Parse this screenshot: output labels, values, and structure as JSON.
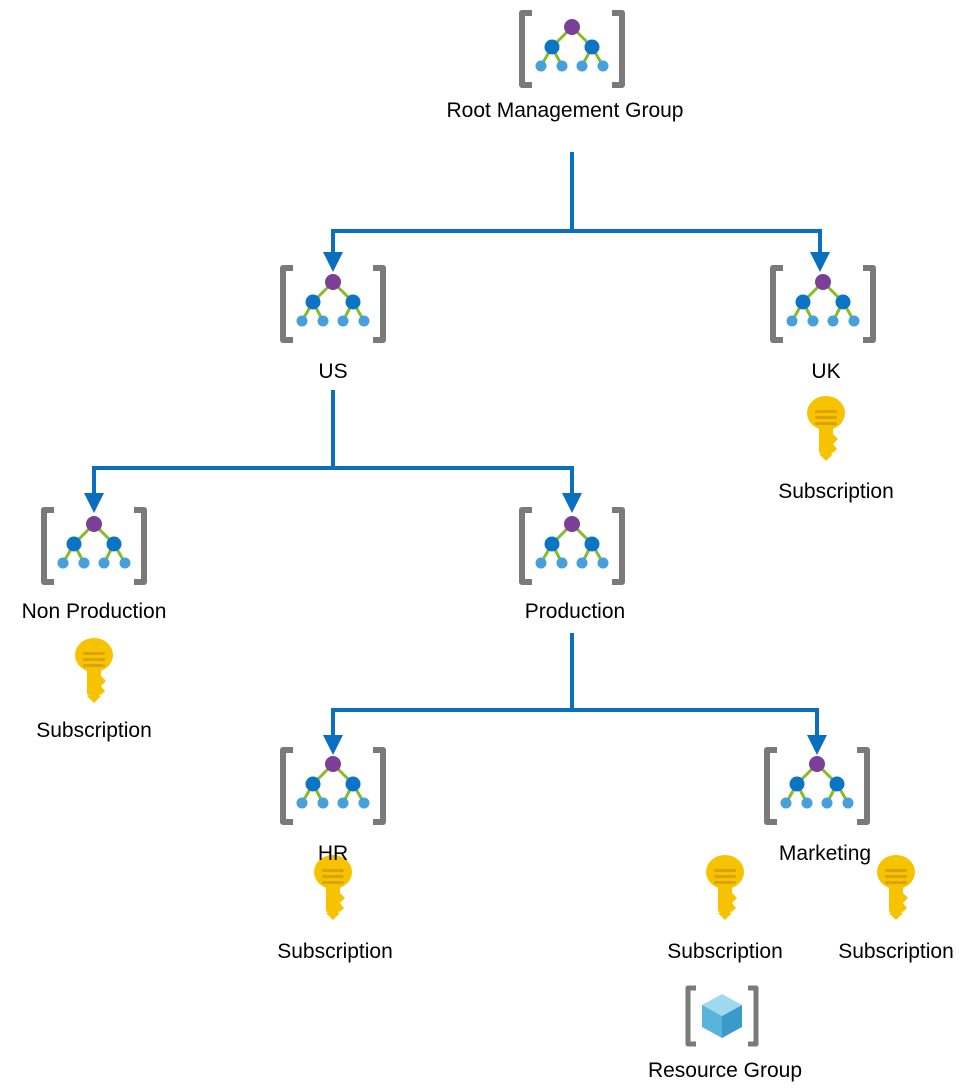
{
  "nodes": {
    "root": "Root Management Group",
    "us": "US",
    "uk": "UK",
    "nonprod": "Non Production",
    "prod": "Production",
    "hr": "HR",
    "marketing": "Marketing"
  },
  "subscriptions": {
    "uk": "Subscription",
    "nonprod": "Subscription",
    "hr": "Subscription",
    "marketing_1": "Subscription",
    "marketing_2": "Subscription"
  },
  "resource_group": "Resource Group",
  "colors": {
    "connector": "#0a6fbf",
    "bracket": "#7a7a7a",
    "node_top": "#7b3f98",
    "node_mid": "#0b74c5",
    "node_leaf": "#47a0db",
    "node_link": "#86bc25",
    "key": "#f7c300",
    "key_dark": "#d9a400",
    "cube": "#59b4d9"
  },
  "icons": {
    "management_group": "management-group-icon",
    "subscription": "key-icon",
    "resource_group": "cube-icon"
  }
}
